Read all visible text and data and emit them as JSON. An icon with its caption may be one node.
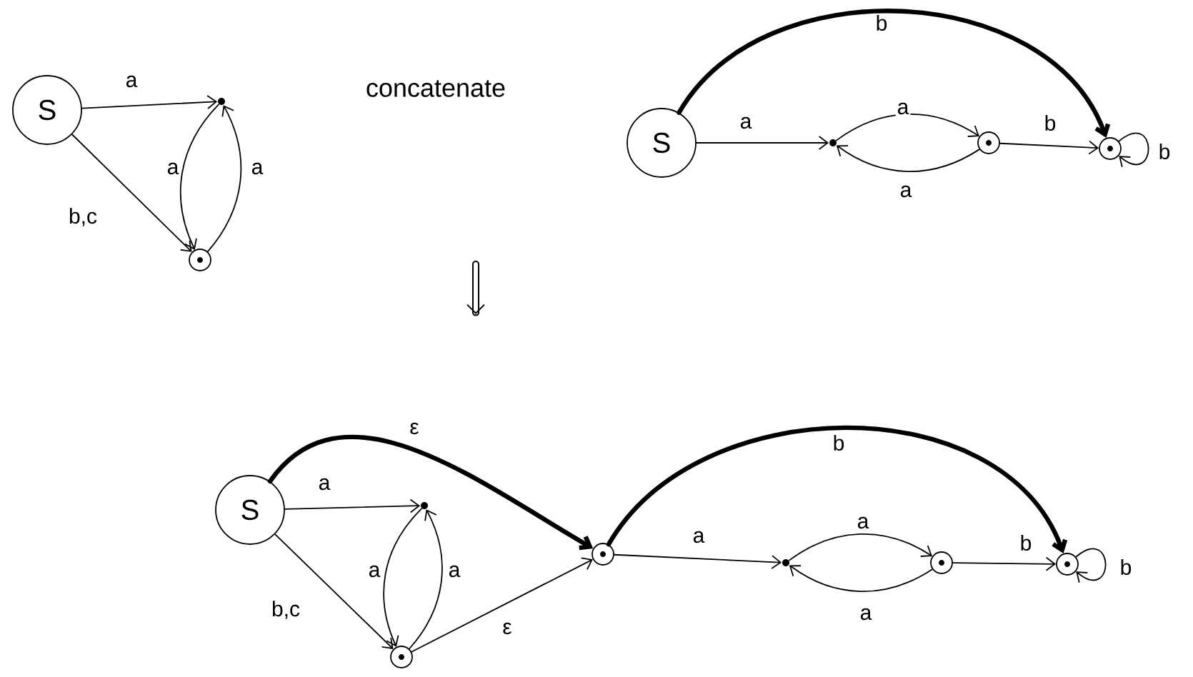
{
  "diagram": {
    "nodes": [
      {
        "text": [
          "S"
        ]
      },
      {
        "text": [],
        "shape": "dot"
      },
      {
        "text": [],
        "shape": "circle"
      },
      {
        "text": [
          "S"
        ]
      },
      {
        "text": [],
        "shape": "dot"
      },
      {
        "text": [],
        "shape": "circle"
      },
      {
        "text": [],
        "shape": "circle"
      },
      {
        "text": [
          "S"
        ]
      },
      {
        "text": [],
        "shape": "dot"
      },
      {
        "text": [],
        "shape": "circle"
      },
      {
        "text": [],
        "shape": "circle"
      },
      {
        "text": [],
        "shape": "dot"
      },
      {
        "text": [],
        "shape": "circle"
      },
      {
        "text": [],
        "shape": "circle"
      }
    ],
    "edges": [
      {
        "from": 0,
        "to": 1,
        "arrow": "to",
        "label": "a"
      },
      {
        "from": 0,
        "to": 2,
        "arrow": "to",
        "label": "b,c"
      },
      {
        "from": 1,
        "to": 2,
        "arrow": "to",
        "label": "a"
      },
      {
        "from": 2,
        "to": 1,
        "arrow": "to",
        "label": "a"
      },
      {
        "from": 3,
        "to": 4,
        "arrow": "to",
        "label": "a"
      },
      {
        "from": 4,
        "to": 5,
        "arrow": "to",
        "label": "a"
      },
      {
        "from": 5,
        "to": 4,
        "arrow": "to",
        "label": "a"
      },
      {
        "from": 5,
        "to": 6,
        "arrow": "to",
        "label": "b"
      },
      {
        "from": 3,
        "to": 6,
        "arrow": "to",
        "label": "b",
        "style": "thick"
      },
      {
        "from": 6,
        "to": 6,
        "arrow": "to",
        "label": "b"
      },
      {
        "from": 7,
        "to": 8,
        "arrow": "to",
        "label": "a"
      },
      {
        "from": 7,
        "to": 9,
        "arrow": "to",
        "label": "b,c"
      },
      {
        "from": 8,
        "to": 9,
        "arrow": "to",
        "label": "a"
      },
      {
        "from": 9,
        "to": 8,
        "arrow": "to",
        "label": "a"
      },
      {
        "from": 7,
        "to": 10,
        "arrow": "to",
        "label": "ε",
        "style": "thick"
      },
      {
        "from": 9,
        "to": 10,
        "arrow": "to",
        "label": "ε"
      },
      {
        "from": 10,
        "to": 11,
        "arrow": "to",
        "label": "a"
      },
      {
        "from": 11,
        "to": 12,
        "arrow": "to",
        "label": "a"
      },
      {
        "from": 12,
        "to": 11,
        "arrow": "to",
        "label": "a"
      },
      {
        "from": 12,
        "to": 13,
        "arrow": "to",
        "label": "b"
      },
      {
        "from": 10,
        "to": 13,
        "arrow": "to",
        "label": "b",
        "style": "thick"
      },
      {
        "from": 13,
        "to": 13,
        "arrow": "to",
        "label": "b"
      }
    ],
    "labels": [
      "concatenate"
    ]
  }
}
